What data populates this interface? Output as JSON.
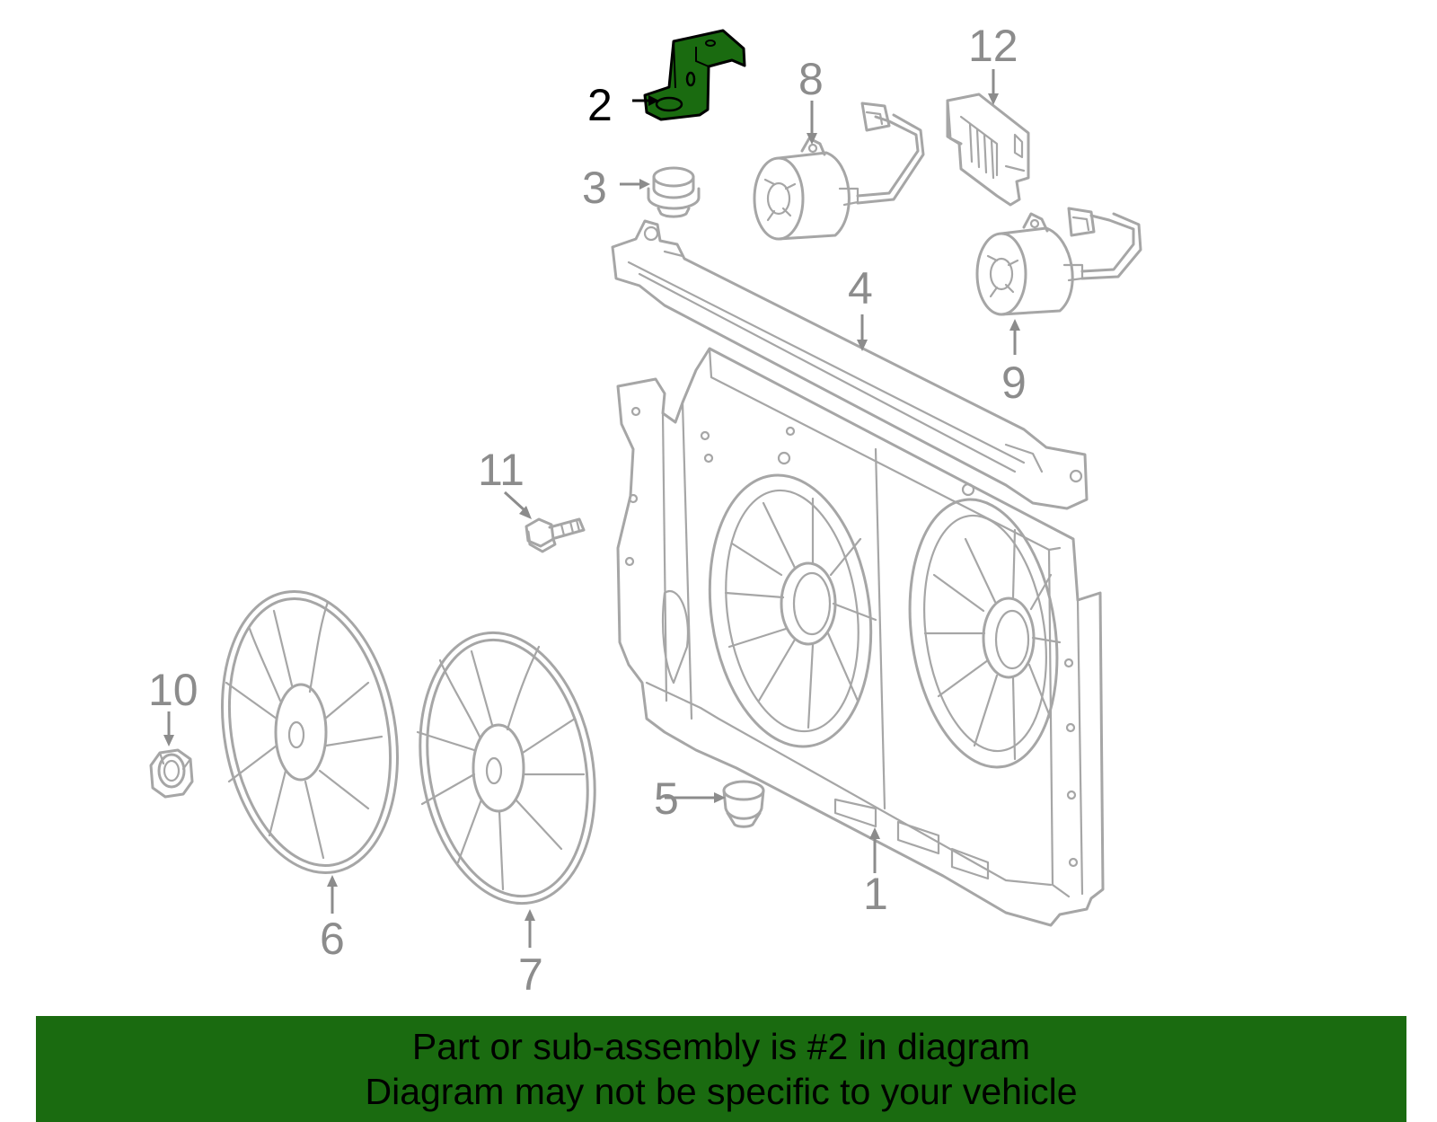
{
  "callouts": [
    {
      "id": "1",
      "label": "1"
    },
    {
      "id": "2",
      "label": "2"
    },
    {
      "id": "3",
      "label": "3"
    },
    {
      "id": "4",
      "label": "4"
    },
    {
      "id": "5",
      "label": "5"
    },
    {
      "id": "6",
      "label": "6"
    },
    {
      "id": "7",
      "label": "7"
    },
    {
      "id": "8",
      "label": "8"
    },
    {
      "id": "9",
      "label": "9"
    },
    {
      "id": "10",
      "label": "10"
    },
    {
      "id": "11",
      "label": "11"
    },
    {
      "id": "12",
      "label": "12"
    }
  ],
  "highlighted_part": "2",
  "colors": {
    "highlight": "#1a6b10",
    "banner": "#1a6b10",
    "line": "#a6a6a6",
    "label": "#8c8c8c"
  },
  "banner": {
    "line1": "Part or sub-assembly is #2 in diagram",
    "line2": "Diagram may not be specific to your vehicle"
  }
}
